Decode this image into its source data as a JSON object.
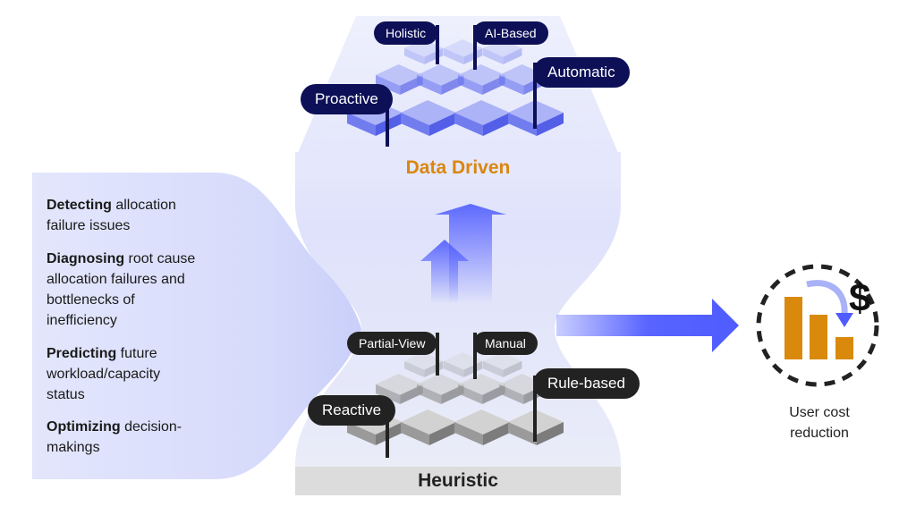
{
  "top_section": {
    "title": "Data Driven",
    "tags": {
      "holistic": "Holistic",
      "ai_based": "AI-Based",
      "proactive": "Proactive",
      "automatic": "Automatic"
    }
  },
  "bottom_section": {
    "title": "Heuristic",
    "tags": {
      "partial_view": "Partial-View",
      "manual": "Manual",
      "reactive": "Reactive",
      "rule_based": "Rule-based"
    }
  },
  "capabilities": [
    {
      "keyword": "Detecting",
      "line1_rest": " allocation",
      "lines": [
        "failure issues"
      ]
    },
    {
      "keyword": "Diagnosing",
      "line1_rest": " root cause",
      "lines": [
        "allocation failures and",
        "bottlenecks of",
        "inefficiency"
      ]
    },
    {
      "keyword": "Predicting",
      "line1_rest": " future",
      "lines": [
        "workload/capacity",
        "status"
      ]
    },
    {
      "keyword": "Optimizing",
      "line1_rest": " decision-",
      "lines": [
        "makings"
      ]
    }
  ],
  "outcome": {
    "line1": "User cost",
    "line2": "reduction"
  },
  "colors": {
    "navy": "#0d1057",
    "orange_title": "#d9870f",
    "bar_orange": "#d98a0c",
    "arrow_blue": "#4f5cff",
    "lavender": "#dde1fb",
    "dark_tag": "#222222"
  }
}
